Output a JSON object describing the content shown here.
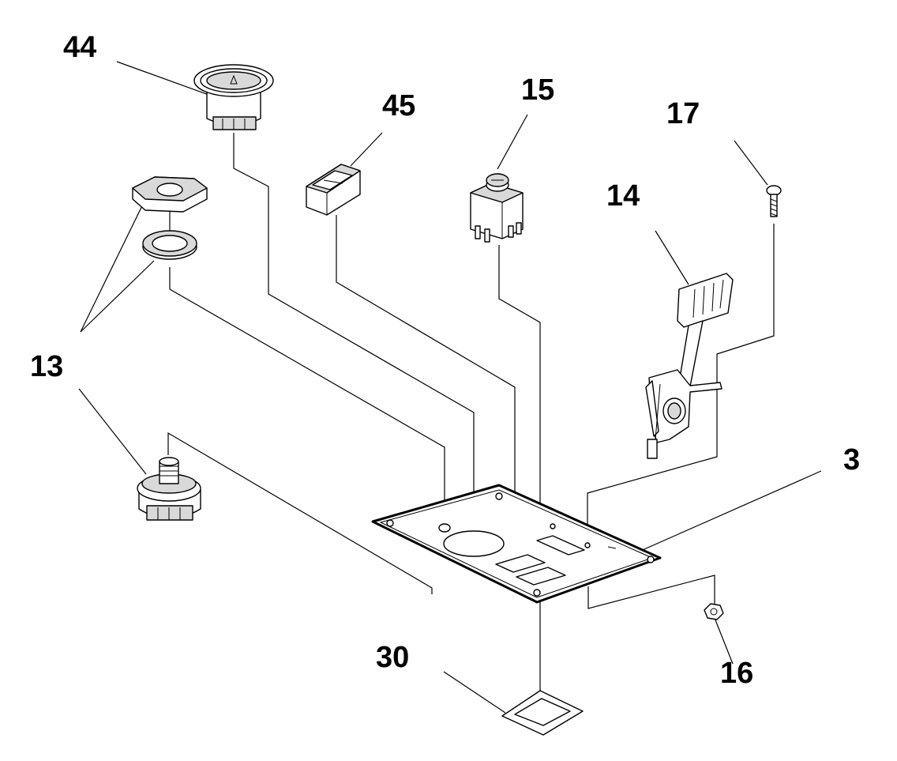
{
  "diagram": {
    "callouts": {
      "dash_meter": "44",
      "indicator_light": "45",
      "pto_switch": "15",
      "screw": "17",
      "pedal": "14",
      "nut_and_washer": "13",
      "panel_plate": "3",
      "nut": "16",
      "gasket": "30"
    }
  }
}
